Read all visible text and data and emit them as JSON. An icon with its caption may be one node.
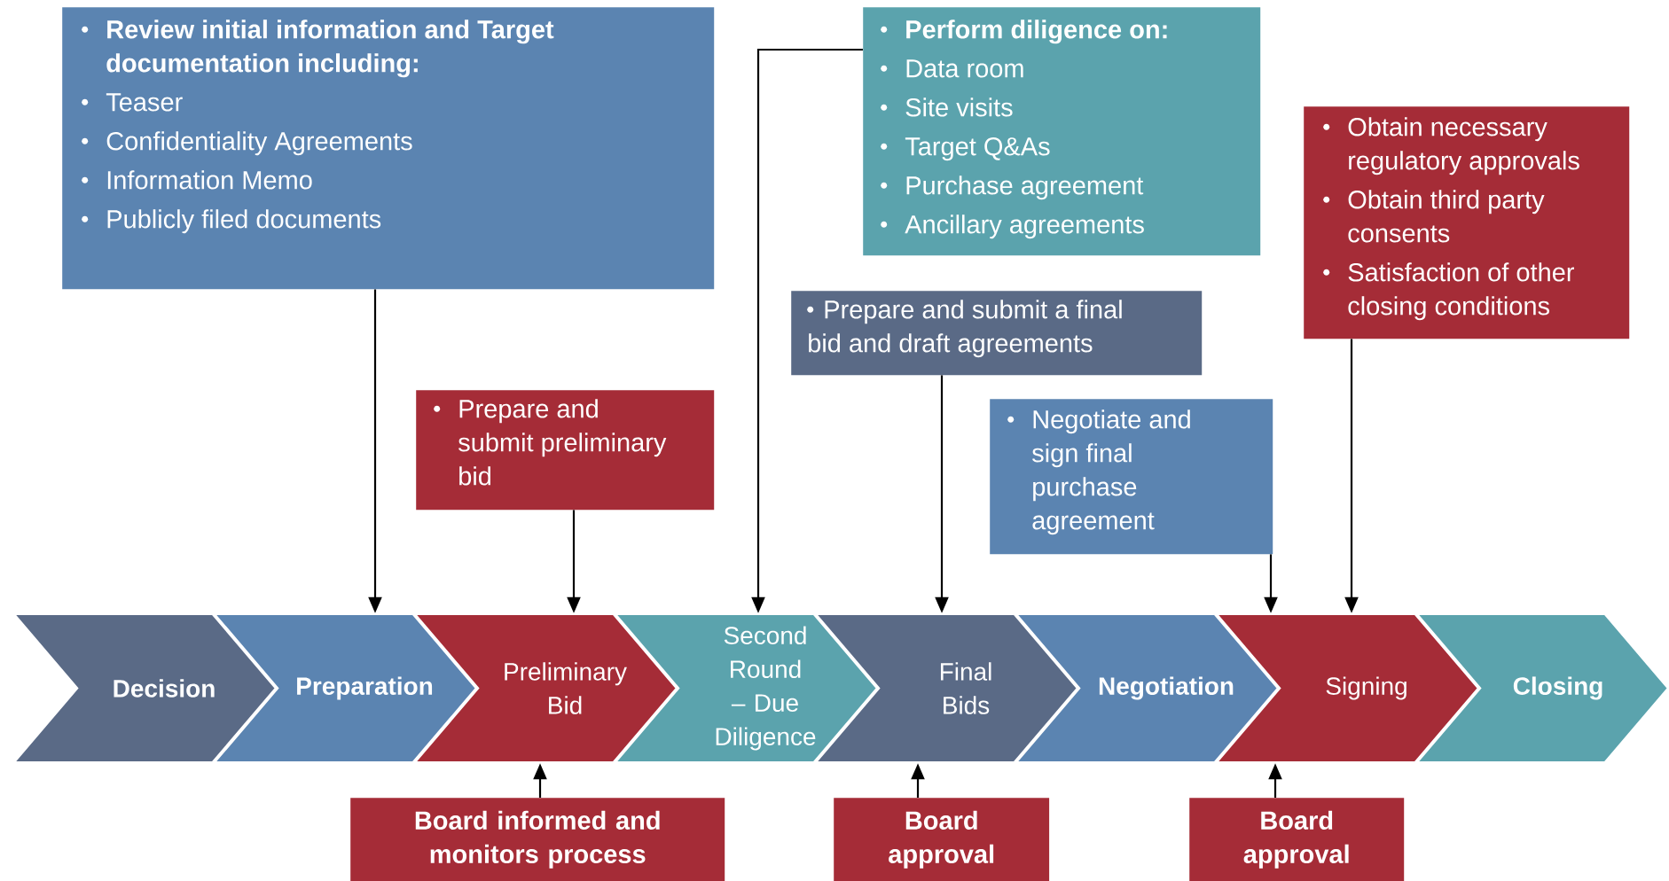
{
  "diagram": {
    "nodes": [
      {
        "text": [
          "Review initial information and Target documentation including:",
          "Teaser",
          "Confidentiality Agreements",
          "Information Memo",
          "Publicly filed documents"
        ]
      },
      {
        "text": [
          "Perform diligence on:",
          "Data room",
          "Site visits",
          "Target Q&As",
          "Purchase agreement",
          "Ancillary agreements"
        ]
      },
      {
        "text": [
          "Obtain necessary regulatory approvals",
          "Obtain third party consents",
          "Satisfaction of other closing conditions"
        ]
      },
      {
        "text": [
          "Prepare and submit preliminary bid"
        ]
      },
      {
        "text": [
          "Prepare and submit a final bid and draft agreements"
        ]
      },
      {
        "text": [
          "Negotiate and sign final purchase agreement"
        ]
      },
      {
        "text": [
          "Decision"
        ]
      },
      {
        "text": [
          "Preparation"
        ]
      },
      {
        "text": [
          "Preliminary Bid"
        ]
      },
      {
        "text": [
          "Second Round – Due Diligence"
        ]
      },
      {
        "text": [
          "Final Bids"
        ]
      },
      {
        "text": [
          "Negotiation"
        ]
      },
      {
        "text": [
          "Signing"
        ]
      },
      {
        "text": [
          "Closing"
        ]
      },
      {
        "text": [
          "Board informed and monitors process"
        ]
      },
      {
        "text": [
          "Board approval"
        ]
      },
      {
        "text": [
          "Board approval"
        ]
      }
    ],
    "edges": [
      {
        "from": 0,
        "to": 7,
        "arrow": "to"
      },
      {
        "from": 3,
        "to": 8,
        "arrow": "to"
      },
      {
        "from": 1,
        "to": 9,
        "arrow": "to"
      },
      {
        "from": 4,
        "to": 10,
        "arrow": "to"
      },
      {
        "from": 5,
        "to": 12,
        "arrow": "to"
      },
      {
        "from": 2,
        "to": 12,
        "arrow": "to"
      },
      {
        "from": 14,
        "to": 8,
        "arrow": "to"
      },
      {
        "from": 15,
        "to": 10,
        "arrow": "to"
      },
      {
        "from": 16,
        "to": 12,
        "arrow": "to"
      }
    ]
  }
}
